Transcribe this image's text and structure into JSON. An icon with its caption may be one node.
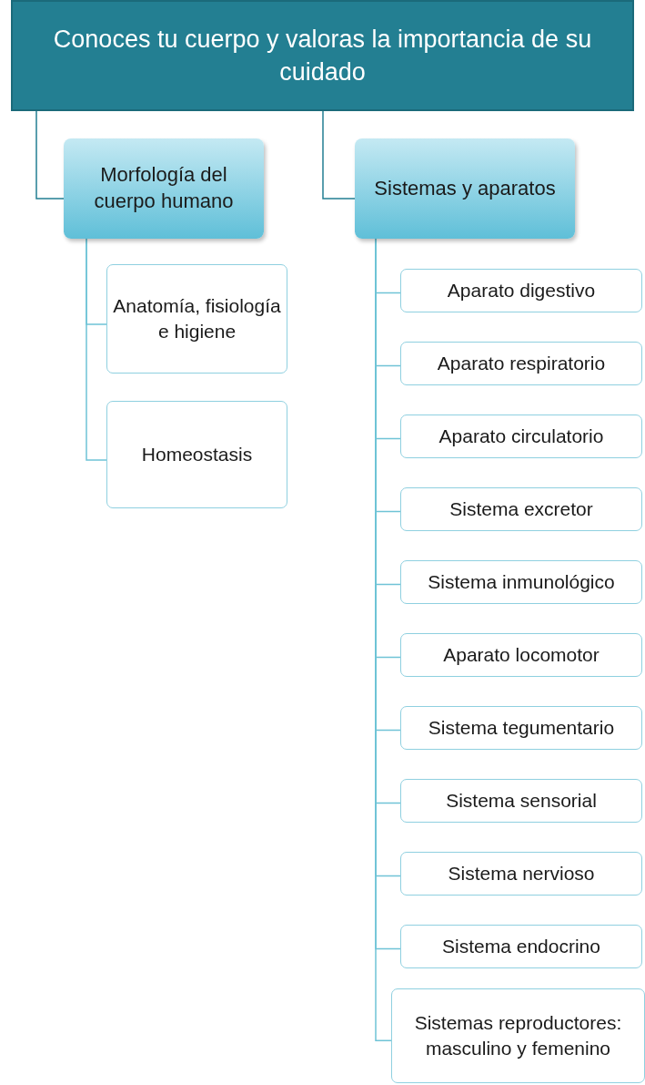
{
  "diagram": {
    "nodes": [
      {
        "text": [
          "Conoces tu cuerpo y valoras la importancia de su cuidado"
        ]
      },
      {
        "text": [
          "Morfología del cuerpo humano"
        ]
      },
      {
        "text": [
          "Sistemas y aparatos"
        ]
      },
      {
        "text": [
          "Anatomía, fisiología e higiene"
        ]
      },
      {
        "text": [
          "Homeostasis"
        ]
      },
      {
        "text": [
          "Aparato digestivo"
        ]
      },
      {
        "text": [
          "Aparato respiratorio"
        ]
      },
      {
        "text": [
          "Aparato circulatorio"
        ]
      },
      {
        "text": [
          "Sistema excretor"
        ]
      },
      {
        "text": [
          "Sistema inmunológico"
        ]
      },
      {
        "text": [
          "Aparato locomotor"
        ]
      },
      {
        "text": [
          "Sistema tegumentario"
        ]
      },
      {
        "text": [
          "Sistema sensorial"
        ]
      },
      {
        "text": [
          "Sistema nervioso"
        ]
      },
      {
        "text": [
          "Sistema endocrino"
        ]
      },
      {
        "text": [
          "Sistemas reproductores: masculino y femenino"
        ]
      }
    ],
    "edges": [
      {
        "from": 0,
        "to": 1,
        "arrow": "none"
      },
      {
        "from": 0,
        "to": 2,
        "arrow": "none"
      },
      {
        "from": 1,
        "to": 3,
        "arrow": "none"
      },
      {
        "from": 1,
        "to": 4,
        "arrow": "none"
      },
      {
        "from": 2,
        "to": 5,
        "arrow": "none"
      },
      {
        "from": 2,
        "to": 6,
        "arrow": "none"
      },
      {
        "from": 2,
        "to": 7,
        "arrow": "none"
      },
      {
        "from": 2,
        "to": 8,
        "arrow": "none"
      },
      {
        "from": 2,
        "to": 9,
        "arrow": "none"
      },
      {
        "from": 2,
        "to": 10,
        "arrow": "none"
      },
      {
        "from": 2,
        "to": 11,
        "arrow": "none"
      },
      {
        "from": 2,
        "to": 12,
        "arrow": "none"
      },
      {
        "from": 2,
        "to": 13,
        "arrow": "none"
      },
      {
        "from": 2,
        "to": 14,
        "arrow": "none"
      },
      {
        "from": 2,
        "to": 15,
        "arrow": "none"
      }
    ]
  }
}
